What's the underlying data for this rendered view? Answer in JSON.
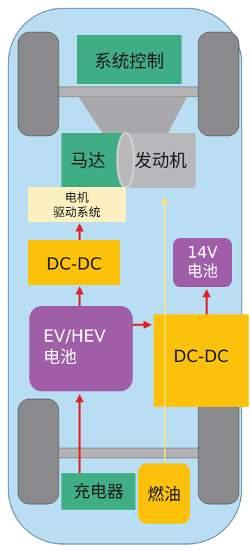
{
  "blocks": {
    "system_control": "系统控制",
    "motor": "马达",
    "engine": "发动机",
    "motor_drive_line1": "电机",
    "motor_drive_line2": "驱动系统",
    "dcdc_left": "DC-DC",
    "battery_14v_line1": "14V",
    "battery_14v_line2": "电池",
    "ev_battery_line1": "EV/HEV",
    "ev_battery_line2": "电池",
    "dcdc_right": "DC-DC",
    "charger": "充电器",
    "fuel": "燃油"
  },
  "colors": {
    "car_body": "#b9def3",
    "wheel": "#8a8a8c",
    "green_block": "#3fae84",
    "purple_block": "#a05ea8",
    "yellow_block": "#fcc20b",
    "cream_block": "#fdf0c0",
    "engine_gray": "#b8b8ba",
    "red_arrow": "#e02424",
    "yellow_arrow": "#ffe070"
  }
}
